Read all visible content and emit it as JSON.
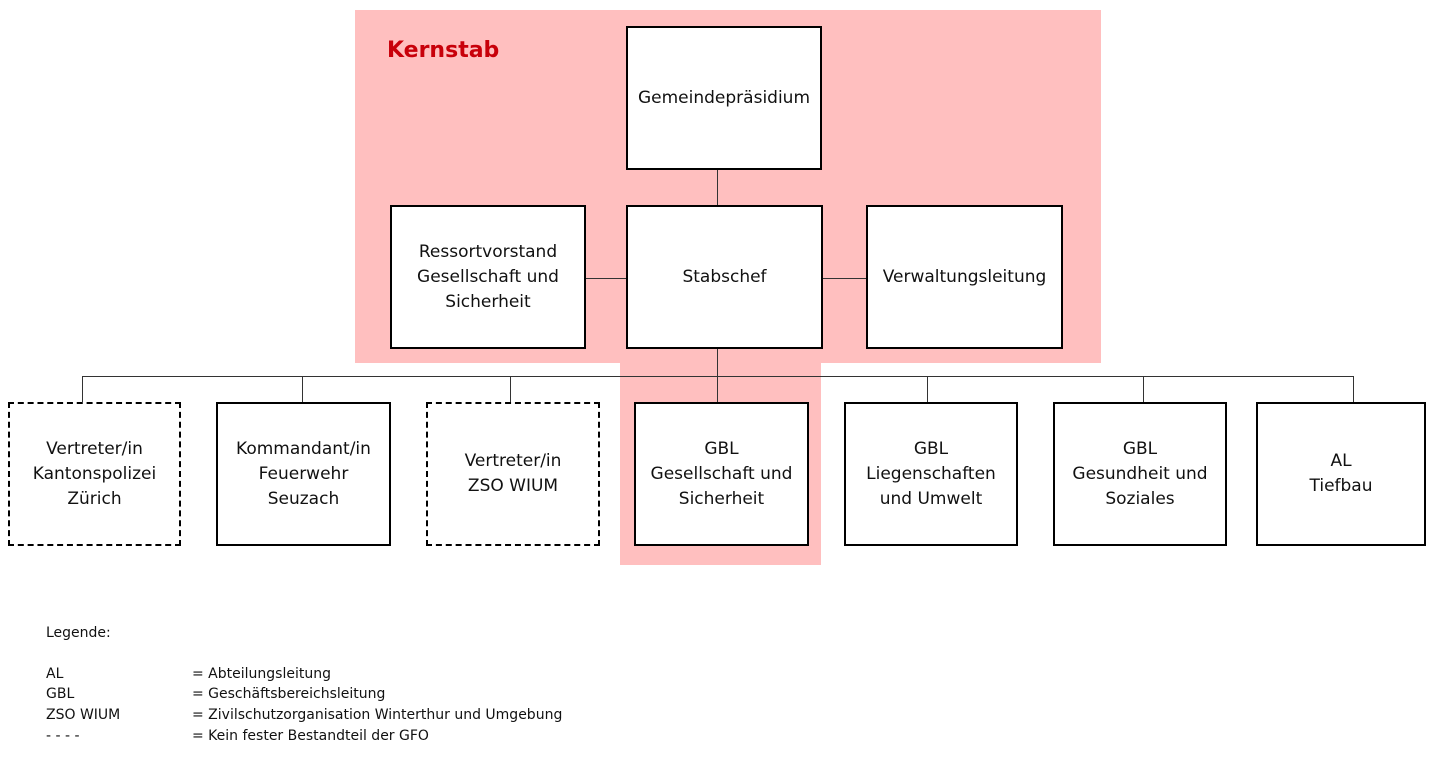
{
  "kernstab": {
    "title": "Kernstab",
    "highlight_color": "#ffbfbf",
    "title_color": "#c8000a"
  },
  "boxes": {
    "gemeindepraesidium": "Gemeindepräsidium",
    "ressortvorstand": "Ressortvorstand\nGesellschaft und\nSicherheit",
    "stabschef": "Stabschef",
    "verwaltungsleitung": "Verwaltungsleitung"
  },
  "members": [
    {
      "label": "Vertreter/in\nKantonspolizei\nZürich",
      "dashed": true
    },
    {
      "label": "Kommandant/in\nFeuerwehr\nSeuzach",
      "dashed": false
    },
    {
      "label": "Vertreter/in\nZSO WIUM",
      "dashed": true
    },
    {
      "label": "GBL\nGesellschaft und\nSicherheit",
      "dashed": false
    },
    {
      "label": "GBL\nLiegenschaften\nund Umwelt",
      "dashed": false
    },
    {
      "label": "GBL\nGesundheit und\nSoziales",
      "dashed": false
    },
    {
      "label": "AL\nTiefbau",
      "dashed": false
    }
  ],
  "legend": {
    "title": "Legende:",
    "items": [
      {
        "abbr": "AL",
        "meaning": "= Abteilungsleitung"
      },
      {
        "abbr": "GBL",
        "meaning": "= Geschäftsbereichsleitung"
      },
      {
        "abbr": "ZSO WIUM",
        "meaning": "= Zivilschutzorganisation Winterthur und Umgebung"
      },
      {
        "abbr": "- - - -",
        "meaning": "= Kein fester Bestandteil der GFO"
      }
    ]
  }
}
